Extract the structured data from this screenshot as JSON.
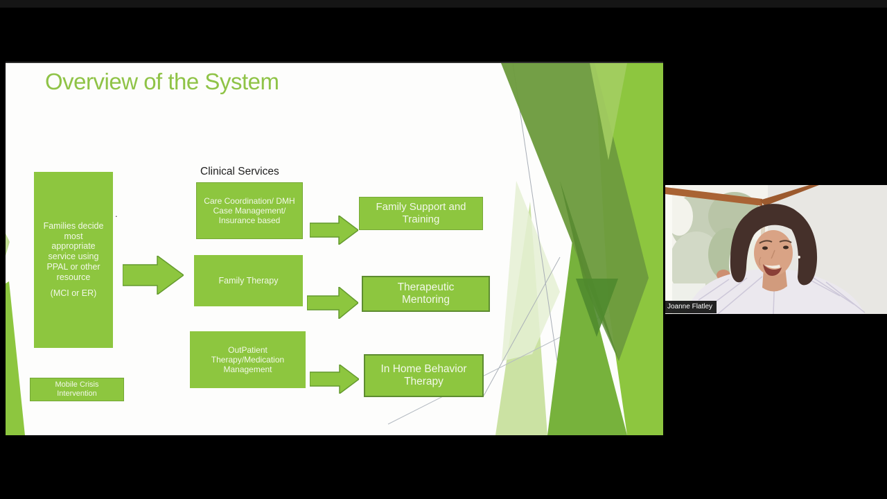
{
  "slide": {
    "title": "Overview of the System",
    "clinical_services_label": "Clinical Services",
    "stray_period": ".",
    "boxes": {
      "families_decide": {
        "text": "Families decide\nmost\nappropriate\nservice using\nPPAL or other\nresource",
        "subtext": "(MCI or ER)"
      },
      "mobile_crisis": {
        "text": "Mobile Crisis\nIntervention"
      },
      "care_coordination": {
        "text": "Care Coordination/ DMH\nCase Management/\nInsurance based"
      },
      "family_therapy": {
        "text": "Family Therapy"
      },
      "outpatient": {
        "text": "OutPatient\nTherapy/Medication\nManagement"
      },
      "family_support": {
        "text": "Family Support and\nTraining"
      },
      "therapeutic_mentoring": {
        "text": "Therapeutic\nMentoring"
      },
      "in_home_behavior": {
        "text": "In Home Behavior\nTherapy"
      }
    },
    "colors": {
      "box_green": "#8dc63f",
      "box_border_green": "#5d8c30",
      "title_green": "#8fc347",
      "decoration_dark_green": "#6d9b3e",
      "decoration_medium_green": "#77b23c",
      "decoration_light_green": "#cbe2a3",
      "label_black": "#1e1e1e",
      "background": "#000000"
    }
  },
  "video": {
    "participant_name": "Joanne Flatley"
  }
}
